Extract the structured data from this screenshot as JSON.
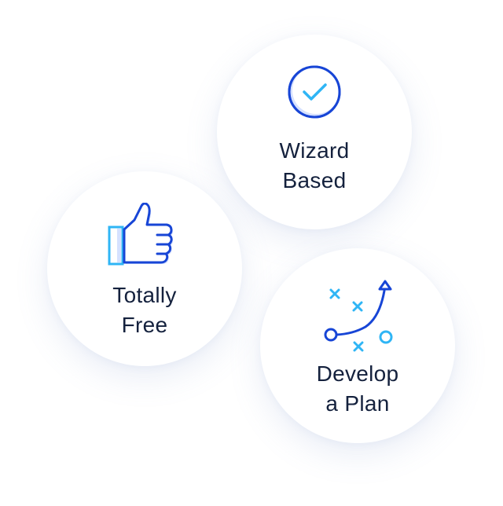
{
  "features": {
    "wizard": {
      "line1": "Wizard",
      "line2": "Based",
      "icon": "checkmark-circle-icon"
    },
    "free": {
      "line1": "Totally",
      "line2": "Free",
      "icon": "thumbs-up-icon"
    },
    "plan": {
      "line1": "Develop",
      "line2": "a Plan",
      "icon": "strategy-plan-icon"
    }
  },
  "colors": {
    "icon_dark_blue": "#1745d6",
    "icon_light_blue": "#2fb5f5",
    "icon_fill": "#d6e1ff",
    "text": "#14213d"
  }
}
